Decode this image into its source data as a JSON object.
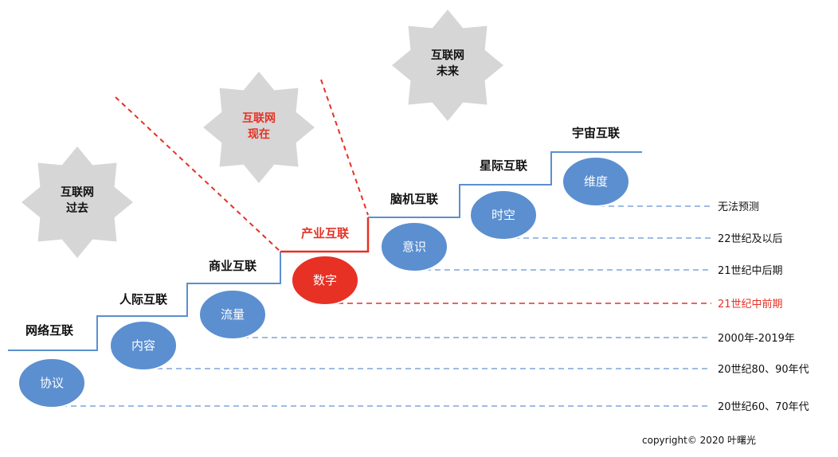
{
  "colors": {
    "step_line": "#5b8fd0",
    "highlight": "#e63124",
    "circle_fill": "#5b8fd0",
    "circle_stroke": "#ffffff",
    "star_fill": "#d6d6d6",
    "era_text": "#111111",
    "era_highlight": "#e63124",
    "dash": "#7fa6d8"
  },
  "stars": [
    {
      "line1": "互联网",
      "line2": "过去",
      "highlight": false
    },
    {
      "line1": "互联网",
      "line2": "现在",
      "highlight": true
    },
    {
      "line1": "互联网",
      "line2": "未来",
      "highlight": false
    }
  ],
  "steps": [
    {
      "label": "网络互联",
      "highlight": false
    },
    {
      "label": "人际互联",
      "highlight": false
    },
    {
      "label": "商业互联",
      "highlight": false
    },
    {
      "label": "产业互联",
      "highlight": true
    },
    {
      "label": "脑机互联",
      "highlight": false
    },
    {
      "label": "星际互联",
      "highlight": false
    },
    {
      "label": "宇宙互联",
      "highlight": false
    }
  ],
  "circles": [
    {
      "label": "协议",
      "highlight": false
    },
    {
      "label": "内容",
      "highlight": false
    },
    {
      "label": "流量",
      "highlight": false
    },
    {
      "label": "数字",
      "highlight": true
    },
    {
      "label": "意识",
      "highlight": false
    },
    {
      "label": "时空",
      "highlight": false
    },
    {
      "label": "维度",
      "highlight": false
    }
  ],
  "eras": [
    {
      "label": "无法预测",
      "highlight": false
    },
    {
      "label": "22世纪及以后",
      "highlight": false
    },
    {
      "label": "21世纪中后期",
      "highlight": false
    },
    {
      "label": "21世纪中前期",
      "highlight": true
    },
    {
      "label": "2000年-2019年",
      "highlight": false
    },
    {
      "label": "20世纪80、90年代",
      "highlight": false
    },
    {
      "label": "20世纪60、70年代",
      "highlight": false
    }
  ],
  "copyright": "copyright© 2020 叶曙光"
}
